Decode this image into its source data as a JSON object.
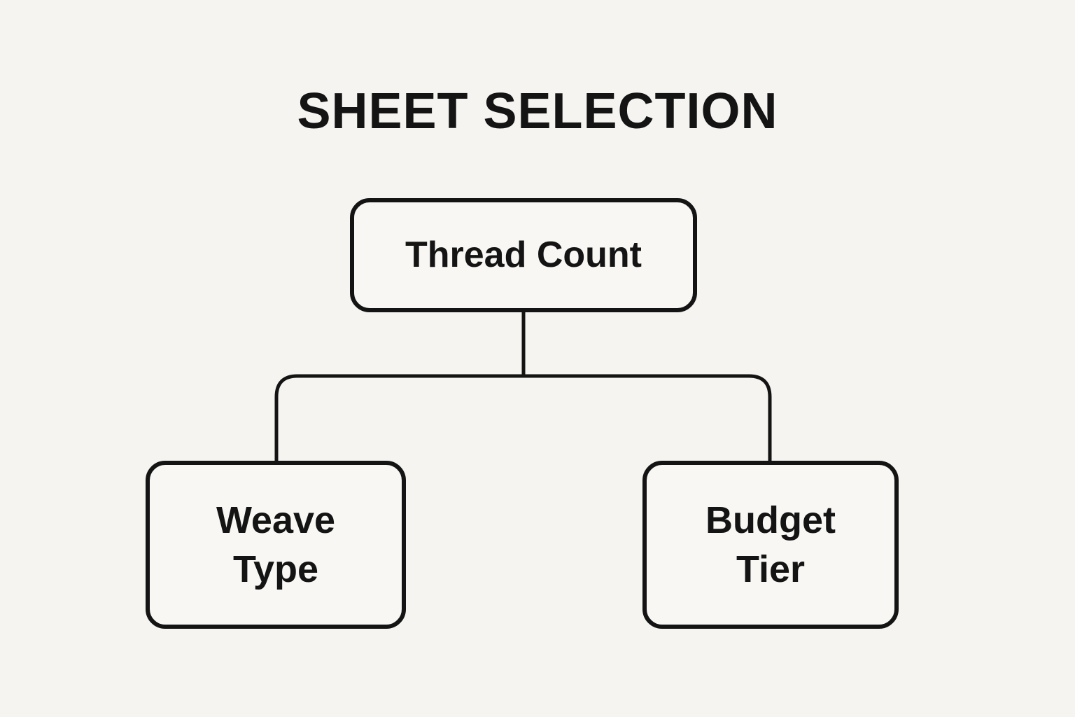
{
  "title": "SHEET SELECTION",
  "diagram": {
    "type": "flowchart-tree",
    "root": {
      "label": "Thread Count"
    },
    "children": [
      {
        "label": "Weave Type"
      },
      {
        "label": "Budget Tier"
      }
    ]
  },
  "colors": {
    "background": "#f5f4f1",
    "box_fill": "#f8f7f4",
    "stroke": "#141414",
    "text": "#141414"
  }
}
